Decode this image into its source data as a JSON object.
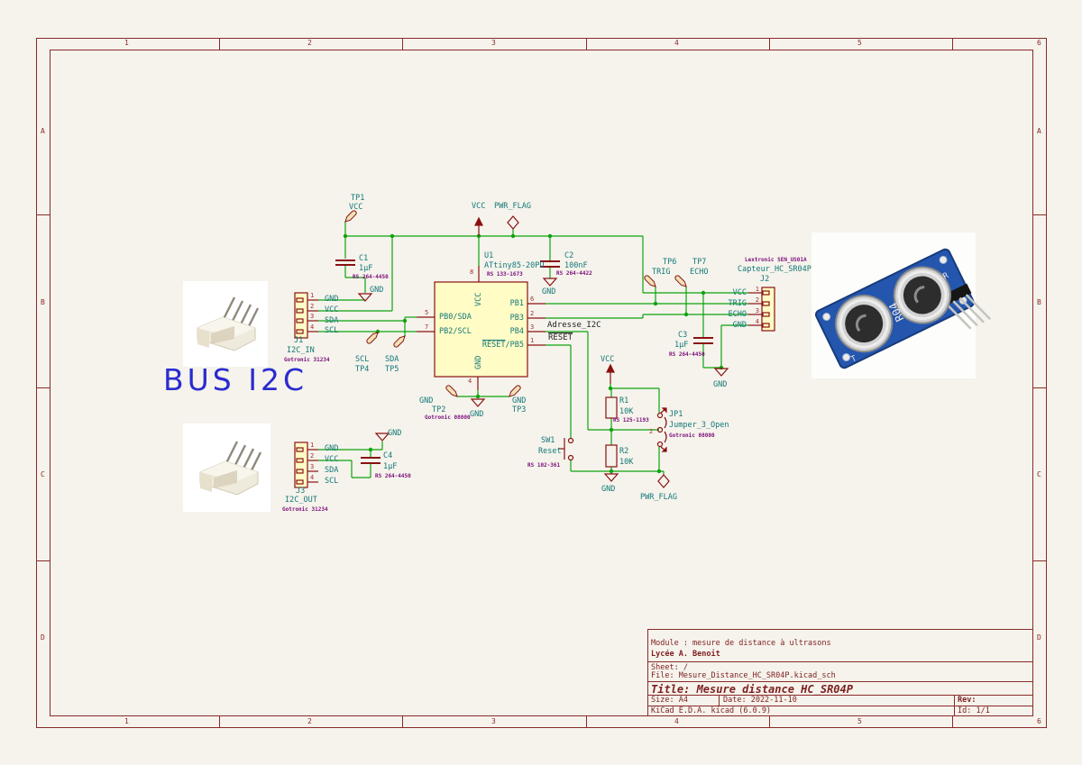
{
  "border": {
    "cols": [
      "1",
      "2",
      "3",
      "4",
      "5",
      "6"
    ],
    "rows": [
      "A",
      "B",
      "C",
      "D"
    ]
  },
  "title_block": {
    "comment": "Module : mesure de distance à ultrasons",
    "company": "Lycée A. Benoit",
    "sheet": "Sheet: /",
    "file": "File: Mesure_Distance_HC_SR04P.kicad_sch",
    "title": "Title: Mesure distance HC_SR04P",
    "size": "Size: A4",
    "date": "Date: 2022-11-10",
    "rev": "Rev:",
    "tool": "KiCad E.D.A.  kicad (6.0.9)",
    "id": "Id: 1/1"
  },
  "annotations": {
    "bus_i2c": "BUS I2C"
  },
  "power": {
    "vcc": "VCC",
    "gnd": "GND",
    "pwr_flag": "PWR_FLAG"
  },
  "net_labels": {
    "adresse": "Adresse_I2C",
    "reset": "RESET"
  },
  "components": {
    "u1": {
      "ref": "U1",
      "value": "ATtiny85-20PU",
      "field": "RS 133-1673",
      "pins": {
        "pb0": "PB0/SDA",
        "pb2": "PB2/SCL",
        "pb1": "PB1",
        "pb3": "PB3",
        "pb4": "PB4",
        "reset_name": "RESET",
        "reset_suffix": "/PB5",
        "vcc": "VCC",
        "gnd": "GND"
      },
      "nums": {
        "pb0": "5",
        "pb2": "7",
        "pb1": "6",
        "pb3": "2",
        "pb4": "3",
        "pb5": "1",
        "vcc": "8",
        "gnd": "4"
      }
    },
    "j1": {
      "ref": "J1",
      "value": "I2C_IN",
      "field": "Gotronic 31234",
      "names": [
        "GND",
        "VCC",
        "SDA",
        "SCL"
      ],
      "nums": [
        "1",
        "2",
        "3",
        "4"
      ]
    },
    "j3": {
      "ref": "J3",
      "value": "I2C_OUT",
      "field": "Gotronic 31234",
      "names": [
        "GND",
        "VCC",
        "SDA",
        "SCL"
      ],
      "nums": [
        "1",
        "2",
        "3",
        "4"
      ]
    },
    "j2": {
      "ref": "J2",
      "value": "Capteur_HC_SR04P",
      "field": "Lextronic SEN_US01A",
      "names": [
        "VCC",
        "TRIG",
        "ECHO",
        "GND"
      ],
      "nums": [
        "1",
        "2",
        "3",
        "4"
      ]
    },
    "c1": {
      "ref": "C1",
      "value": "1µF",
      "field": "RS 264-4450"
    },
    "c2": {
      "ref": "C2",
      "value": "100nF",
      "field": "RS 264-4422"
    },
    "c3": {
      "ref": "C3",
      "value": "1µF",
      "field": "RS 264-4450"
    },
    "c4": {
      "ref": "C4",
      "value": "1µF",
      "field": "RS 264-4450"
    },
    "r1": {
      "ref": "R1",
      "value": "10K",
      "field": "RS 125-1193"
    },
    "r2": {
      "ref": "R2",
      "value": "10K"
    },
    "sw1": {
      "ref": "SW1",
      "value": "Reset",
      "field": "RS 102-361"
    },
    "jp1": {
      "ref": "JP1",
      "value": "Jumper_3_Open",
      "field": "Gotronic 08000",
      "pin2": "2"
    }
  },
  "testpoints": {
    "tp1": {
      "ref": "TP1",
      "net": "VCC"
    },
    "tp2": {
      "ref": "TP2",
      "net": "GND",
      "field": "Gotronic 08000"
    },
    "tp3": {
      "ref": "TP3",
      "net": "GND"
    },
    "tp4": {
      "ref": "TP4",
      "net": "SCL"
    },
    "tp5": {
      "ref": "TP5",
      "net": "SDA"
    },
    "tp6": {
      "ref": "TP6",
      "net": "TRIG"
    },
    "tp7": {
      "ref": "TP7",
      "net": "ECHO"
    }
  },
  "photo": {
    "silk": "R04",
    "t_label": "T",
    "r_label": "R"
  },
  "colors": {
    "wire": "#0DA30D",
    "symbol": "#8A1111",
    "frame": "#8A2A2A",
    "accent_blue": "#2B2BD0",
    "body_fill": "#FFFCC5"
  }
}
